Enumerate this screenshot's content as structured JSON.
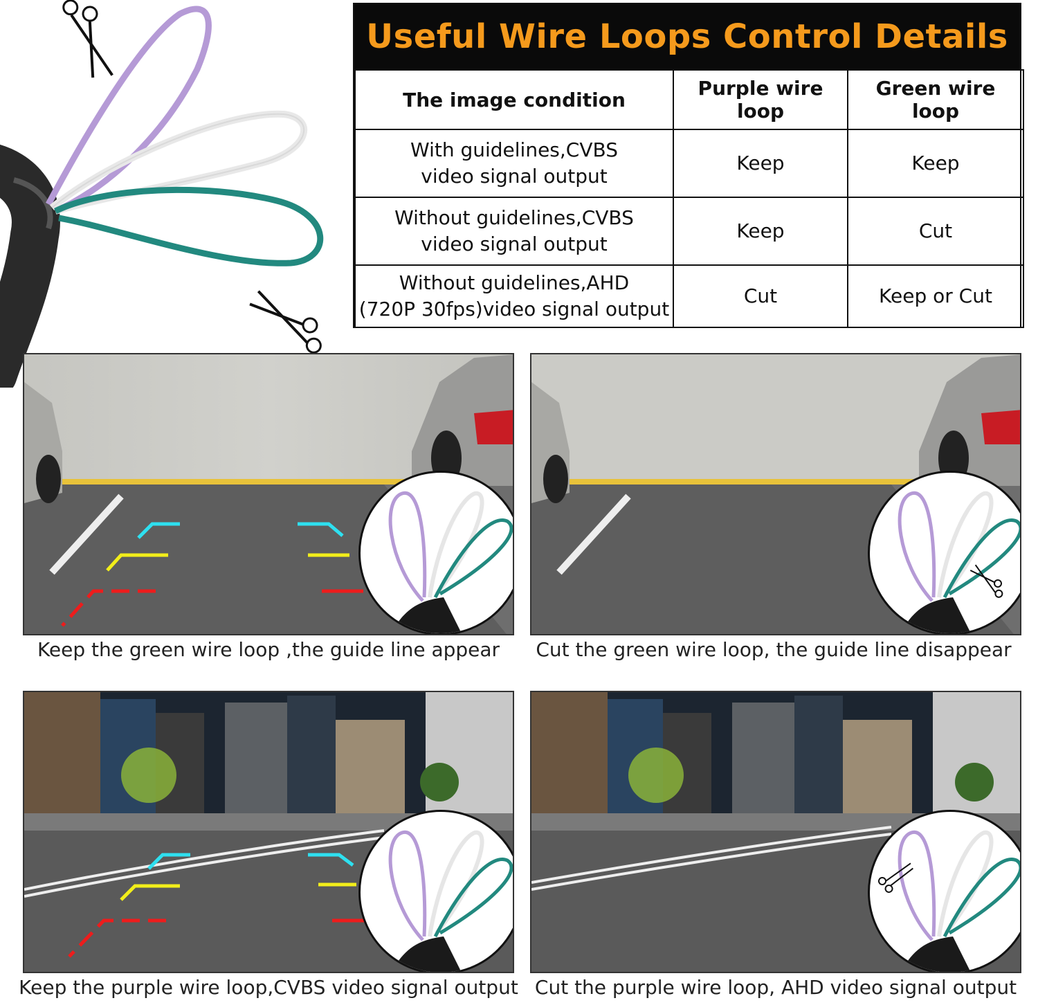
{
  "table": {
    "title": "Useful Wire Loops Control Details",
    "headers": [
      "The image condition",
      "Purple wire loop",
      "Green wire loop"
    ],
    "rows": [
      {
        "condition": [
          "With guidelines,CVBS",
          "video signal output"
        ],
        "purple": "Keep",
        "green": "Keep"
      },
      {
        "condition": [
          "Without guidelines,CVBS",
          "video signal output"
        ],
        "purple": "Keep",
        "green": "Cut"
      },
      {
        "condition": [
          "Without guidelines,AHD",
          "(720P 30fps)video signal output"
        ],
        "purple": "Cut",
        "green": "Keep or Cut"
      }
    ]
  },
  "panels": [
    {
      "caption": "Keep the green wire loop ,the guide line appear",
      "scene": "parking",
      "guidelines": true,
      "cut": "none"
    },
    {
      "caption": "Cut the green wire loop, the guide line disappear",
      "scene": "parking",
      "guidelines": false,
      "cut": "green"
    },
    {
      "caption": "Keep the purple wire loop,CVBS video signal output",
      "scene": "city",
      "guidelines": true,
      "cut": "none"
    },
    {
      "caption": "Cut the purple wire loop, AHD video signal output",
      "scene": "city",
      "guidelines": false,
      "cut": "purple"
    }
  ],
  "colors": {
    "title_text": "#f59a1c",
    "purple_wire": "#b59ad6",
    "white_wire": "#ececec",
    "green_wire": "#22897f",
    "guide_cyan": "#2ee0f0",
    "guide_yellow": "#f2ee1a",
    "guide_red": "#ee1c1c"
  },
  "icons": [
    "scissors-icon",
    "cable-icon"
  ]
}
